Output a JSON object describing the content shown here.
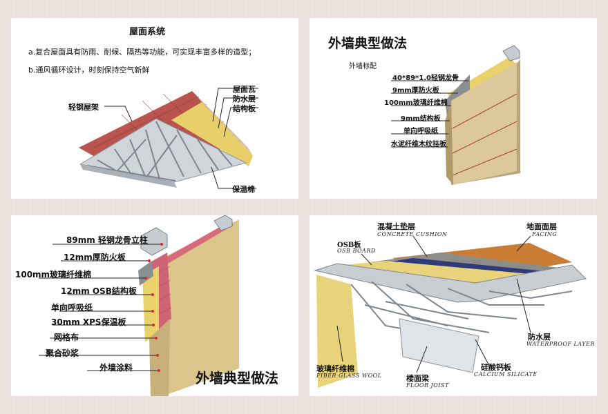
{
  "roof": {
    "title": "屋面系统",
    "line_a": "a.复合屋面具有防雨、耐候、隔热等功能，可实现丰富多样的造型；",
    "line_b": "b.通风循环设计，时刻保持空气新鲜",
    "labels": {
      "frame": "轻钢屋架",
      "tile": "屋面瓦",
      "waterproof": "防水层",
      "board": "结构板",
      "insulation": "保温棉"
    },
    "colors": {
      "tile": "#b9544f",
      "insulation": "#e8cf6a",
      "steel": "#b8bfc6"
    }
  },
  "wall_config": {
    "title": "外墙典型做法",
    "subtitle": "外墙标配",
    "layers": [
      "40*89*1.0轻钢龙骨",
      "9mm厚防火板",
      "100mm玻璃纤维棉",
      "9mm结构板",
      "单向呼吸纸",
      "水泥纤维木纹挂板"
    ],
    "colors": {
      "siding": "#dcc89a",
      "insulation": "#e9d26c"
    }
  },
  "wall_typical": {
    "title": "外墙典型做法",
    "layers": [
      "89mm 轻钢龙骨立柱",
      "12mm厚防火板",
      "100mm玻璃纤维棉",
      "12mm OSB结构板",
      "单向呼吸纸",
      "30mm XPS保温板",
      "网格布",
      "聚合砂浆",
      "外墙涂料"
    ],
    "colors": {
      "render": "#dcc58a",
      "xps": "#d76b7a",
      "insulation": "#e9d26c"
    }
  },
  "floor": {
    "labels": {
      "osb_cn": "OSB板",
      "osb_en": "OSB BOARD",
      "cushion_cn": "混凝土垫层",
      "cushion_en": "CONCRETE CUSHION",
      "facing_cn": "地面面层",
      "facing_en": "FACING",
      "waterproof_cn": "防水层",
      "waterproof_en": "WATERPROOF LAYER",
      "fiber_cn": "玻璃纤维棉",
      "fiber_en": "FIBER GLASS WOOL",
      "joist_cn": "楼面梁",
      "joist_en": "FLOOR JOIST",
      "calcium_cn": "硅酸钙板",
      "calcium_en": "CALCIUM SILICATE"
    },
    "colors": {
      "facing": "#c87c34",
      "waterproof": "#2e3a7a",
      "insulation": "#e8d27a"
    }
  }
}
